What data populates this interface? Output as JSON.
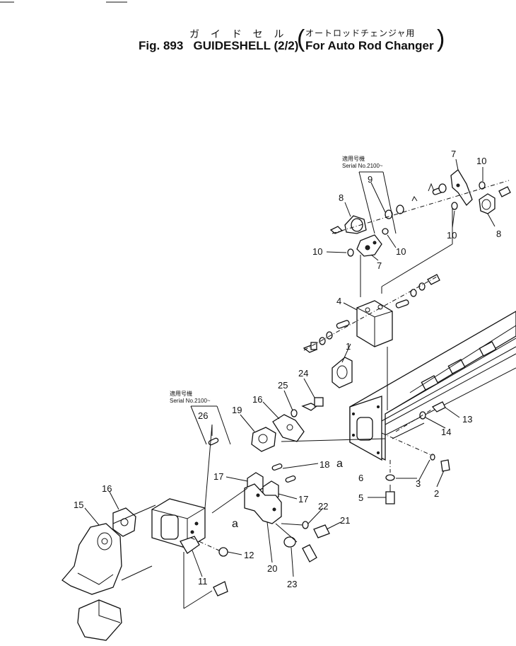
{
  "header": {
    "title_jp": "ガ イ ド セ ル",
    "title_jp_note": "オートロッドチェンジャ用",
    "figure_number": "Fig. 893",
    "title_en": "GUIDESHELL (2/2)",
    "title_en_note": "For Auto Rod Changer"
  },
  "serial_notes": [
    {
      "jp": "適用号機",
      "en": "Serial No.2100~"
    },
    {
      "jp": "適用号機",
      "en": "Serial No.2100~"
    }
  ],
  "callouts": {
    "c1": "1",
    "c2": "2",
    "c3": "3",
    "c4": "4",
    "c5": "5",
    "c6": "6",
    "c7a": "7",
    "c7b": "7",
    "c8a": "8",
    "c8b": "8",
    "c9": "9",
    "c10a": "10",
    "c10b": "10",
    "c10c": "10",
    "c10d": "10",
    "c11": "11",
    "c12": "12",
    "c13": "13",
    "c14": "14",
    "c15": "15",
    "c16a": "16",
    "c16b": "16",
    "c17a": "17",
    "c17b": "17",
    "c18": "18",
    "c19": "19",
    "c20": "20",
    "c21": "21",
    "c22": "22",
    "c23": "23",
    "c24": "24",
    "c25": "25",
    "c26": "26",
    "ref_a1": "a",
    "ref_a2": "a"
  }
}
